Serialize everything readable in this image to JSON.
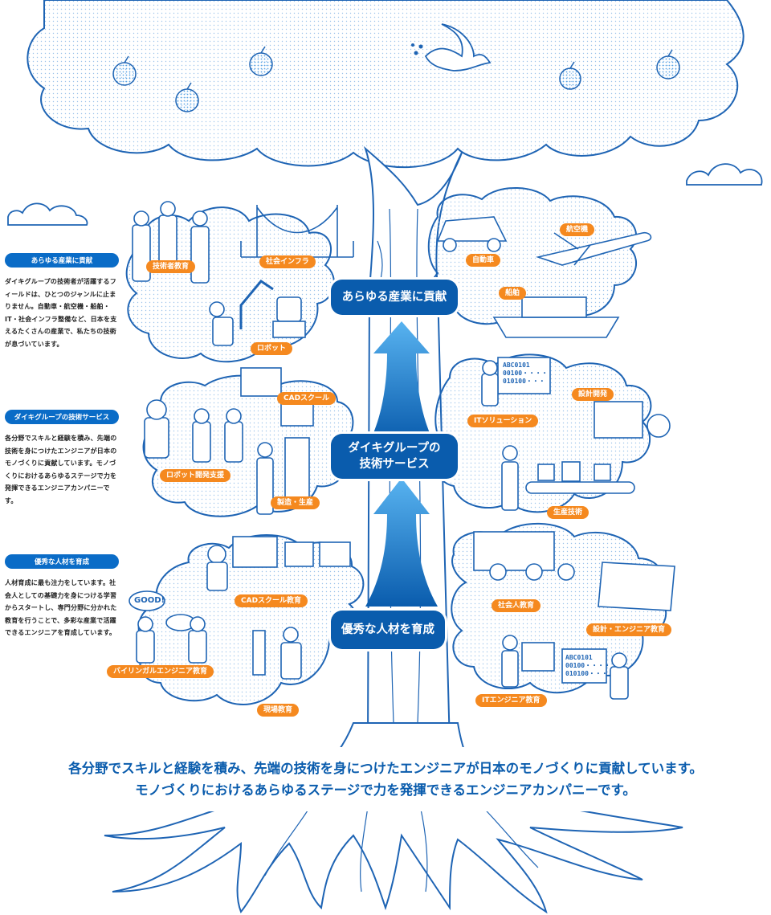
{
  "sections": [
    {
      "tag": "あらゆる産業に貢献",
      "body": "ダイキグループの技術者が活躍するフィールドは、ひとつのジャンルに止まりません。自動車・航空機・船舶・IT・社会インフラ整備など、日本を支えるたくさんの産業で、私たちの技術が息づいています。"
    },
    {
      "tag": "ダイキグループの技術サービス",
      "body": "各分野でスキルと経験を積み、先端の技術を身につけたエンジニアが日本のモノづくりに貢献しています。モノづくりにおけるあらゆるステージで力を発揮できるエンジニアカンパニーです。"
    },
    {
      "tag": "優秀な人材を育成",
      "body": "人材育成に最も注力をしています。社会人としての基礎力を身につける学習からスタートし、専門分野に分かれた教育を行うことで、多彩な産業で活躍できるエンジニアを育成しています。"
    }
  ],
  "center": {
    "top": "あらゆる産業に貢献",
    "middle_line1": "ダイキグループの",
    "middle_line2": "技術サービス",
    "bottom": "優秀な人材を育成"
  },
  "labels": {
    "engineer_education": "技術者教育",
    "social_infra": "社会インフラ",
    "robot": "ロボット",
    "car": "自動車",
    "aircraft": "航空機",
    "ship": "船舶",
    "cad_school": "CADスクール",
    "robot_dev": "ロボット開発支援",
    "manufacturing": "製造・生産",
    "it_solution": "ITソリューション",
    "design_dev": "設計開発",
    "production_tech": "生産技術",
    "cad_school_edu": "CADスクール教育",
    "bilingual": "バイリンガルエンジニア教育",
    "field_edu": "現場教育",
    "adult_edu": "社会人教育",
    "design_engineer_edu": "設計・エンジニア教育",
    "it_engineer_edu": "ITエンジニア教育"
  },
  "screens": {
    "it_solution": [
      "ABC0101",
      "00100・・・・",
      "010100・・・"
    ],
    "it_engineer_edu": [
      "ABC0101",
      "00100・・・・",
      "010100・・・"
    ]
  },
  "speech": "GOOD!",
  "caption": {
    "line1": "各分野でスキルと経験を積み、先端の技術を身につけたエンジニアが日本のモノづくりに貢献しています。",
    "line2": "モノづくりにおけるあらゆるステージで力を発揮できるエンジニアカンパニーです。"
  },
  "colors": {
    "brand_blue": "#0a5cad",
    "line_blue": "#1e64b4",
    "label_orange": "#f5891f",
    "tag_blue": "#0a6cc7",
    "fruit_blue": "#5aa5e6"
  }
}
